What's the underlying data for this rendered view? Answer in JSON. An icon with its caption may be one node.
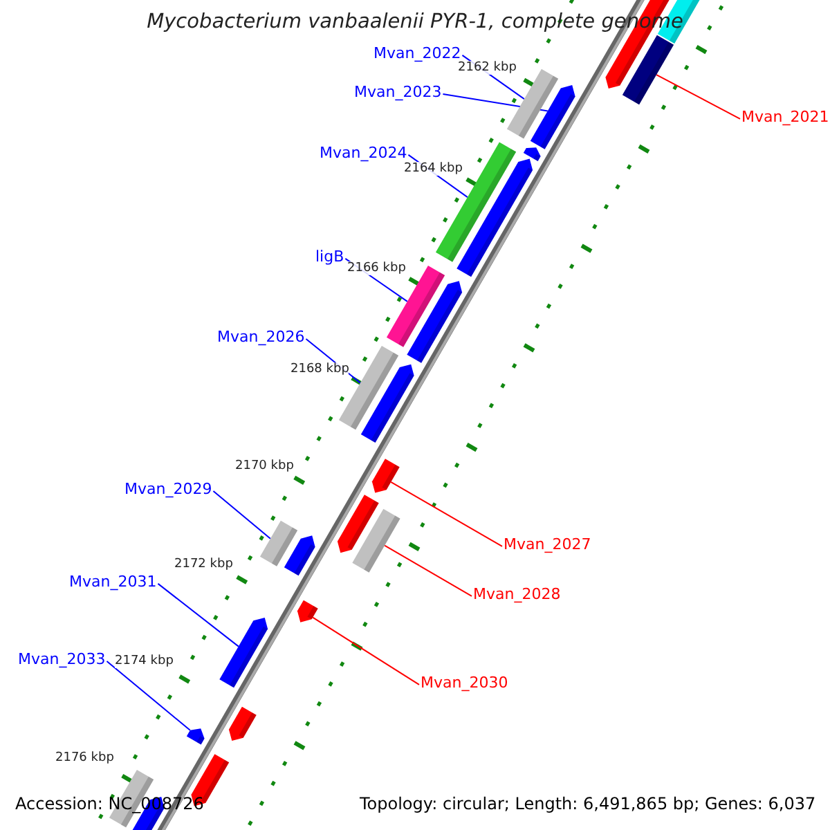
{
  "diagram": {
    "title": "Mycobacterium vanbaalenii PYR-1, complete genome",
    "nodes": [
      {
        "text": [
          "Mvan_2021"
        ]
      },
      {
        "text": [],
        "shape": "bar"
      },
      {
        "text": [
          "Mvan_2022"
        ]
      },
      {
        "text": [],
        "shape": "bar"
      },
      {
        "text": [
          "Mvan_2023"
        ]
      },
      {
        "text": [],
        "shape": "arrow"
      },
      {
        "text": [
          "Mvan_2024"
        ]
      },
      {
        "text": [],
        "shape": "bar"
      },
      {
        "text": [
          "ligB"
        ]
      },
      {
        "text": [],
        "shape": "bar"
      },
      {
        "text": [
          "Mvan_2026"
        ]
      },
      {
        "text": [],
        "shape": "bar"
      },
      {
        "text": [
          "Mvan_2027"
        ]
      },
      {
        "text": [],
        "shape": "arrow"
      },
      {
        "text": [
          "Mvan_2028"
        ]
      },
      {
        "text": [],
        "shape": "bar"
      },
      {
        "text": [
          "Mvan_2029"
        ]
      },
      {
        "text": [],
        "shape": "bar"
      },
      {
        "text": [
          "Mvan_2030"
        ]
      },
      {
        "text": [],
        "shape": "arrow"
      },
      {
        "text": [
          "Mvan_2031"
        ]
      },
      {
        "text": [],
        "shape": "arrow"
      },
      {
        "text": [
          "Mvan_2033"
        ]
      },
      {
        "text": [],
        "shape": "arrow"
      },
      {
        "text": [],
        "shape": "bar"
      },
      {
        "text": [],
        "shape": "arrow"
      },
      {
        "text": [],
        "shape": "arrow"
      },
      {
        "text": [],
        "shape": "arrow"
      },
      {
        "text": [],
        "shape": "arrow"
      },
      {
        "text": [],
        "shape": "arrow"
      },
      {
        "text": [],
        "shape": "arrow"
      },
      {
        "text": [],
        "shape": "arrow"
      },
      {
        "text": [],
        "shape": "arrow"
      },
      {
        "text": [],
        "shape": "arrow"
      },
      {
        "text": [],
        "shape": "bar"
      },
      {
        "text": [],
        "shape": "arrow"
      }
    ],
    "edges": [
      {
        "from": 0,
        "to": 1,
        "arrow": "none",
        "color": "#ff0000"
      },
      {
        "from": 2,
        "to": 3,
        "arrow": "none"
      },
      {
        "from": 4,
        "to": 5,
        "arrow": "none"
      },
      {
        "from": 6,
        "to": 7,
        "arrow": "none"
      },
      {
        "from": 8,
        "to": 9,
        "arrow": "none"
      },
      {
        "from": 10,
        "to": 11,
        "arrow": "none"
      },
      {
        "from": 12,
        "to": 13,
        "arrow": "none",
        "color": "#ff0000"
      },
      {
        "from": 14,
        "to": 15,
        "arrow": "none",
        "color": "#ff0000"
      },
      {
        "from": 16,
        "to": 17,
        "arrow": "none"
      },
      {
        "from": 18,
        "to": 19,
        "arrow": "none",
        "color": "#ff0000"
      },
      {
        "from": 20,
        "to": 21,
        "arrow": "none"
      },
      {
        "from": 22,
        "to": 23,
        "arrow": "none"
      }
    ],
    "labels": [
      "2162 kbp",
      "2164 kbp",
      "2166 kbp",
      "2168 kbp",
      "2170 kbp",
      "2172 kbp",
      "2174 kbp",
      "2176 kbp",
      "Accession: NC_008726",
      "Topology: circular; Length: 6,491,865 bp; Genes: 6,037"
    ]
  }
}
